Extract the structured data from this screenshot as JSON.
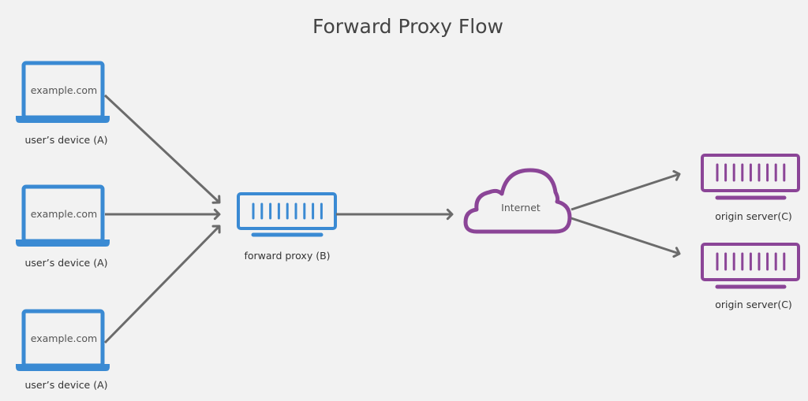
{
  "title": "Forward Proxy Flow",
  "colors": {
    "background": "#f2f2f2",
    "client": "#3a8ad3",
    "server": "#8b4597",
    "arrow": "#6b6b6b",
    "text": "#333333"
  },
  "clients": [
    {
      "screen_text": "example.com",
      "label": "user’s device (A)"
    },
    {
      "screen_text": "example.com",
      "label": "user’s device (A)"
    },
    {
      "screen_text": "example.com",
      "label": "user’s device (A)"
    }
  ],
  "proxy": {
    "label": "forward proxy (B)",
    "icon": "server-icon"
  },
  "internet": {
    "label": "Internet",
    "icon": "cloud-icon"
  },
  "origins": [
    {
      "label": "origin server(C)",
      "icon": "server-icon"
    },
    {
      "label": "origin server(C)",
      "icon": "server-icon"
    }
  ],
  "connections": [
    {
      "from": "client-1",
      "to": "proxy"
    },
    {
      "from": "client-2",
      "to": "proxy"
    },
    {
      "from": "client-3",
      "to": "proxy"
    },
    {
      "from": "proxy",
      "to": "internet"
    },
    {
      "from": "internet",
      "to": "origin-1"
    },
    {
      "from": "internet",
      "to": "origin-2"
    }
  ]
}
